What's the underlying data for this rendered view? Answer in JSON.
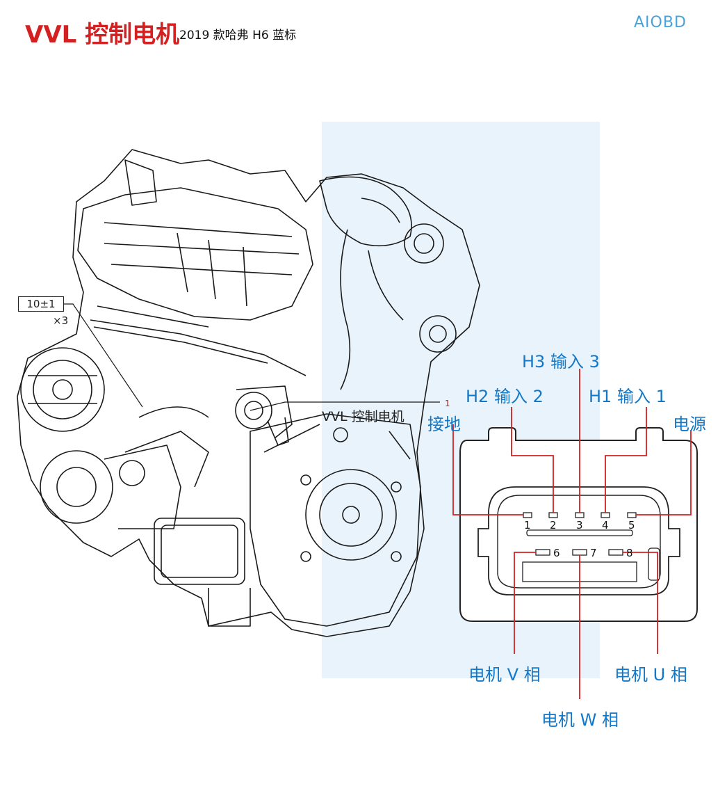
{
  "title": {
    "main": "VVL 控制电机",
    "sub": "2019 款哈弗 H6 蓝标"
  },
  "brand": "AIOBD",
  "engine": {
    "torque_box": "10±1",
    "torque_qty": "×3",
    "part_number": "1",
    "part_label": "VVL 控制电机"
  },
  "connector": {
    "pins_top": [
      "1",
      "2",
      "3",
      "4",
      "5"
    ],
    "pins_bottom": [
      "6",
      "7",
      "8"
    ],
    "labels": {
      "h3": "H3 输入 3",
      "h2": "H2 输入 2",
      "h1": "H1 输入 1",
      "ground": "接地",
      "power": "电源",
      "motor_v": "电机 V 相",
      "motor_u": "电机 U 相",
      "motor_w": "电机 W 相"
    },
    "colors": {
      "callout_text": "#1478c8",
      "wire": "#d42020",
      "title": "#d42020",
      "watermark": "#e6f1fa"
    }
  }
}
